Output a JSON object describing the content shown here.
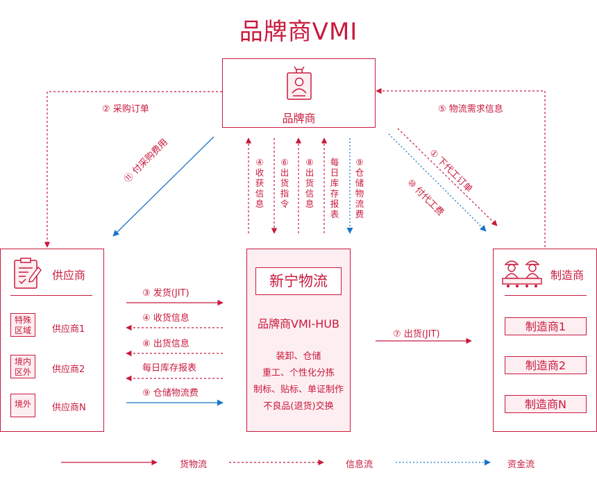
{
  "title": "品牌商VMI",
  "brand": {
    "label": "品牌商"
  },
  "supplier": {
    "title": "供应商",
    "rows": [
      {
        "tag": "特殊区域",
        "name": "供应商1"
      },
      {
        "tag": "境内区外",
        "name": "供应商2"
      },
      {
        "tag": "境外",
        "name": "供应商N"
      }
    ]
  },
  "hub": {
    "title": "新宁物流",
    "subtitle": "品牌商VMI-HUB",
    "services": [
      "装卸、仓储",
      "重工、个性化分拣",
      "制标、贴标、单证制作",
      "不良品(退货)交换"
    ]
  },
  "manufacturer": {
    "title": "制造商",
    "items": [
      "制造商1",
      "制造商2",
      "制造商N"
    ]
  },
  "flows": {
    "f2": "② 采购订单",
    "f5": "⑤ 物流需求信息",
    "f11": "⑪ 付采购费用",
    "f1": "① 下代工订单",
    "f10": "⑩ 付代工费",
    "v4": "④ 收获信息",
    "v6": "⑥ 出货指令",
    "v8": "⑧ 出货信息",
    "v_daily": "每日库存报表",
    "v9": "⑨ 仓储物流费",
    "h3": "③ 发货(JIT)",
    "h4": "④ 收货信息",
    "h8": "⑧ 出货信息",
    "h_daily": "每日库存报表",
    "h9": "⑨ 仓储物流费",
    "h7": "⑦ 出货(JIT)"
  },
  "legend": {
    "goods": "货物流",
    "info": "信息流",
    "funds": "资金流"
  },
  "colors": {
    "primary": "#c8193c",
    "funds": "#1a73c8",
    "fill": "#fdeef1"
  }
}
